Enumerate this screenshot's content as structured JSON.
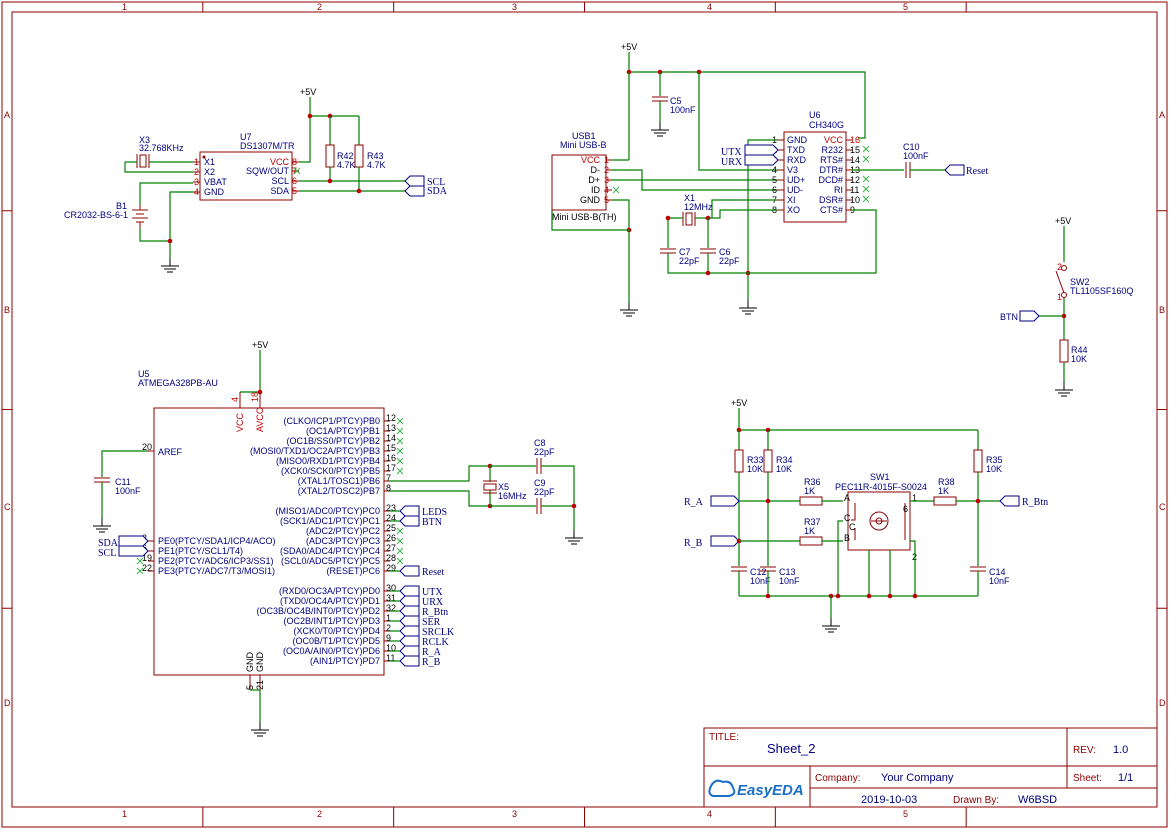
{
  "frame": {
    "col_labels": [
      "1",
      "2",
      "3",
      "4",
      "5"
    ],
    "row_labels": [
      "A",
      "B",
      "C",
      "D"
    ]
  },
  "power": {
    "vcc": "+5V"
  },
  "title_block": {
    "title_label": "TITLE:",
    "title": "Sheet_2",
    "rev_label": "REV:",
    "rev": "1.0",
    "company_label": "Company:",
    "company": "Your Company",
    "sheet_label": "Sheet:",
    "sheet": "1/1",
    "date": "2019-10-03",
    "drawn_label": "Drawn By:",
    "drawn_by": "W6BSD",
    "brand": "EasyEDA"
  },
  "rtc": {
    "x3_ref": "X3",
    "x3_val": "32.768KHz",
    "b1_ref": "B1",
    "b1_val": "CR2032-BS-6-1",
    "u7_ref": "U7",
    "u7_val": "DS1307M/TR",
    "left_pins": [
      [
        "1",
        "X1"
      ],
      [
        "2",
        "X2"
      ],
      [
        "3",
        "VBAT"
      ],
      [
        "4",
        "GND"
      ]
    ],
    "right_pins": [
      [
        "8",
        "VCC"
      ],
      [
        "7",
        "SQW/OUT"
      ],
      [
        "6",
        "SCL"
      ],
      [
        "5",
        "SDA"
      ]
    ],
    "r42_ref": "R42",
    "r42_val": "4.7K",
    "r43_ref": "R43",
    "r43_val": "4.7K",
    "net_scl": "SCL",
    "net_sda": "SDA"
  },
  "usb": {
    "usb1_ref": "USB1",
    "usb1_val": "Mini USB-B",
    "usb1_foot": "Mini USB-B(TH)",
    "pins": [
      [
        "1",
        "VCC"
      ],
      [
        "2",
        "D-"
      ],
      [
        "3",
        "D+"
      ],
      [
        "4",
        "ID"
      ],
      [
        "5",
        "GND"
      ]
    ],
    "c5_ref": "C5",
    "c5_val": "100nF",
    "u6_ref": "U6",
    "u6_val": "CH340G",
    "u6_left": [
      [
        "1",
        "GND"
      ],
      [
        "2",
        "TXD"
      ],
      [
        "3",
        "RXD"
      ],
      [
        "4",
        "V3"
      ],
      [
        "5",
        "UD+"
      ],
      [
        "6",
        "UD-"
      ],
      [
        "7",
        "XI"
      ],
      [
        "8",
        "XO"
      ]
    ],
    "u6_right": [
      [
        "16",
        "VCC"
      ],
      [
        "15",
        "R232"
      ],
      [
        "14",
        "RTS#"
      ],
      [
        "13",
        "DTR#"
      ],
      [
        "12",
        "DCD#"
      ],
      [
        "11",
        "RI"
      ],
      [
        "10",
        "DSR#"
      ],
      [
        "9",
        "CTS#"
      ]
    ],
    "net_utx": "UTX",
    "net_urx": "URX",
    "c10_ref": "C10",
    "c10_val": "100nF",
    "net_reset": "Reset",
    "x1_ref": "X1",
    "x1_val": "12MHz",
    "c7_ref": "C7",
    "c7_val": "22pF",
    "c6_ref": "C6",
    "c6_val": "22pF"
  },
  "button": {
    "sw2_ref": "SW2",
    "sw2_val": "TL1105SF160Q",
    "net_btn": "BTN",
    "r44_ref": "R44",
    "r44_val": "10K"
  },
  "mcu": {
    "u5_ref": "U5",
    "u5_val": "ATMEGA328PB-AU",
    "vcc_pins": [
      [
        "4",
        "VCC"
      ],
      [
        "18",
        "AVCC"
      ]
    ],
    "gnd_pins": [
      [
        "5",
        "GND"
      ],
      [
        "21",
        "GND"
      ]
    ],
    "aref": [
      "20",
      "AREF"
    ],
    "left_pins": [
      [
        "3",
        "PE0(PTCY/SDA1/ICP4/ACO)"
      ],
      [
        "6",
        "PE1(PTCY/SCL1/T4)"
      ],
      [
        "19",
        "PE2(PTCY/ADC6/ICP3/SS1)"
      ],
      [
        "22",
        "PE3(PTCY/ADC7/T3/MOSI1)"
      ]
    ],
    "portb": [
      [
        "12",
        "(CLKO/ICP1/PTCY)PB0"
      ],
      [
        "13",
        "(OC1A/PTCY)PB1"
      ],
      [
        "14",
        "(OC1B/SS0/PTCY)PB2"
      ],
      [
        "15",
        "(MOSI0/TXD1/OC2A/PTCY)PB3"
      ],
      [
        "16",
        "(MISO0/RXD1/PTCY)PB4"
      ],
      [
        "17",
        "(XCK0/SCK0/PTCY)PB5"
      ],
      [
        "7",
        "(XTAL1/TOSC1)PB6"
      ],
      [
        "8",
        "(XTAL2/TOSC2)PB7"
      ]
    ],
    "portc": [
      [
        "23",
        "(MISO1/ADC0/PTCY)PC0"
      ],
      [
        "24",
        "(SCK1/ADC1/PTCY)PC1"
      ],
      [
        "25",
        "(ADC2/PTCY)PC2"
      ],
      [
        "26",
        "(ADC3/PTCY)PC3"
      ],
      [
        "27",
        "(SDA0/ADC4/PTCY)PC4"
      ],
      [
        "28",
        "(SCL0/ADC5/PTCY)PC5"
      ],
      [
        "29",
        "(RESET)PC6"
      ]
    ],
    "portd": [
      [
        "30",
        "(RXD0/OC3A/PTCY)PD0"
      ],
      [
        "31",
        "(TXD0/OC4A/PTCY)PD1"
      ],
      [
        "32",
        "(OC3B/OC4B/INT0/PTCY)PD2"
      ],
      [
        "1",
        "(OC2B/INT1/PTCY)PD3"
      ],
      [
        "2",
        "(XCK0/T0/PTCY)PD4"
      ],
      [
        "9",
        "(OC0B/T1/PTCY)PD5"
      ],
      [
        "10",
        "(OC0A/AIN0/PTCY)PD6"
      ],
      [
        "11",
        "(AIN1/PTCY)PD7"
      ]
    ],
    "net_sda": "SDA",
    "net_scl": "SCL",
    "nets_pc": [
      "LEDS",
      "BTN",
      "Reset"
    ],
    "nets_pd": [
      "UTX",
      "URX",
      "R_Btn",
      "SER",
      "SRCLK",
      "RCLK",
      "R_A",
      "R_B"
    ],
    "c11_ref": "C11",
    "c11_val": "100nF",
    "c8_ref": "C8",
    "c8_val": "22pF",
    "c9_ref": "C9",
    "c9_val": "22pF",
    "x5_ref": "X5",
    "x5_val": "16MHz"
  },
  "encoder": {
    "sw1_ref": "SW1",
    "sw1_val": "PEC11R-4015F-S0024",
    "pin_labels": [
      "A",
      "C",
      "B",
      "1",
      "2"
    ],
    "r33_ref": "R33",
    "r33_val": "10K",
    "r34_ref": "R34",
    "r34_val": "10K",
    "r35_ref": "R35",
    "r35_val": "10K",
    "r36_ref": "R36",
    "r36_val": "1K",
    "r37_ref": "R37",
    "r37_val": "1K",
    "r38_ref": "R38",
    "r38_val": "1K",
    "c12_ref": "C12",
    "c12_val": "10nF",
    "c13_ref": "C13",
    "c13_val": "10nF",
    "c14_ref": "C14",
    "c14_val": "10nF",
    "net_ra": "R_A",
    "net_rb": "R_B",
    "net_rbtn": "R_Btn"
  }
}
